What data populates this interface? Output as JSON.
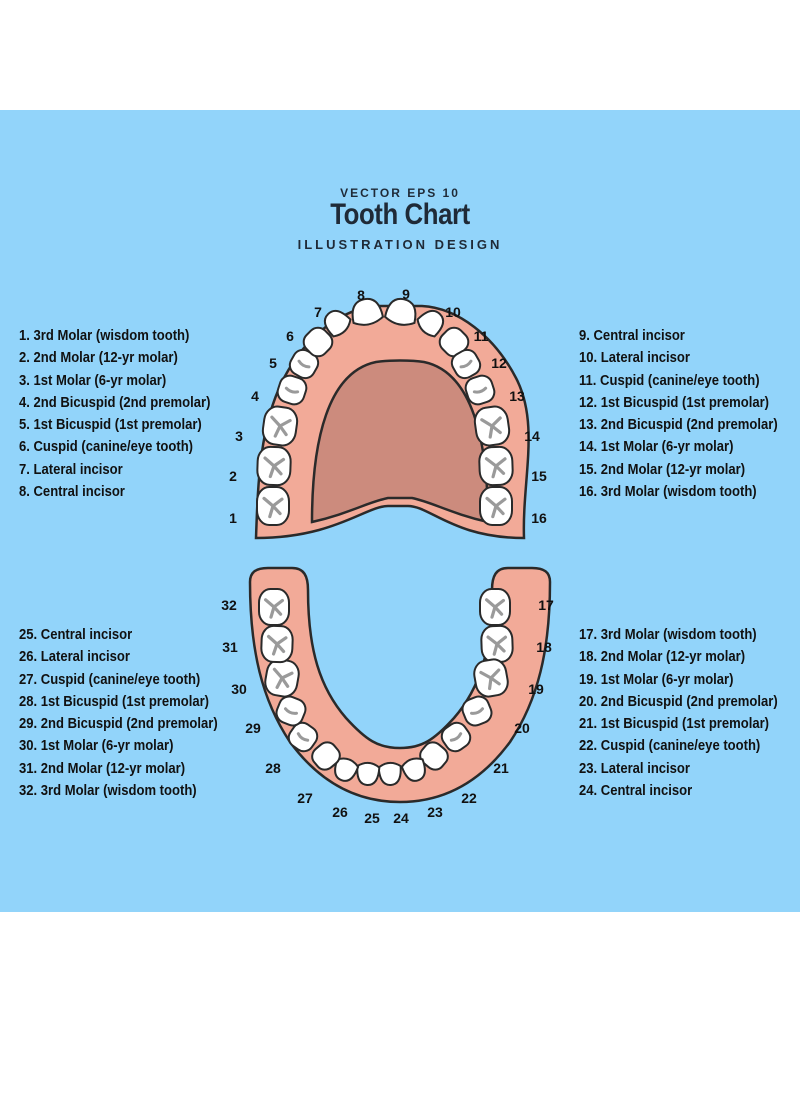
{
  "header": {
    "kicker": "VECTOR EPS 10",
    "title": "Tooth Chart",
    "subtitle": "ILLUSTRATION DESIGN"
  },
  "legend": {
    "upper_right_side": [
      "1. 3rd Molar (wisdom tooth)",
      "2. 2nd Molar (12-yr molar)",
      "3. 1st Molar (6-yr molar)",
      "4. 2nd Bicuspid (2nd premolar)",
      "5. 1st Bicuspid (1st premolar)",
      "6. Cuspid (canine/eye tooth)",
      "7. Lateral incisor",
      "8. Central incisor"
    ],
    "upper_left_side": [
      "9. Central incisor",
      "10. Lateral incisor",
      "11. Cuspid (canine/eye tooth)",
      "12. 1st Bicuspid (1st premolar)",
      "13. 2nd Bicuspid (2nd premolar)",
      "14. 1st Molar (6-yr molar)",
      "15. 2nd Molar (12-yr molar)",
      "16. 3rd Molar (wisdom tooth)"
    ],
    "lower_right_side": [
      "25. Central incisor",
      "26. Lateral incisor",
      "27. Cuspid (canine/eye tooth)",
      "28. 1st Bicuspid (1st premolar)",
      "29. 2nd Bicuspid (2nd premolar)",
      "30. 1st Molar (6-yr molar)",
      "31. 2nd Molar (12-yr molar)",
      "32. 3rd Molar (wisdom tooth)"
    ],
    "lower_left_side": [
      "17. 3rd Molar (wisdom tooth)",
      "18. 2nd Molar (12-yr molar)",
      "19. 1st Molar (6-yr molar)",
      "20. 2nd Bicuspid (2nd premolar)",
      "21. 1st Bicuspid (1st premolar)",
      "22. Cuspid (canine/eye tooth)",
      "23. Lateral incisor",
      "24. Central incisor"
    ]
  },
  "tooth_numbers": [
    "1",
    "2",
    "3",
    "4",
    "5",
    "6",
    "7",
    "8",
    "9",
    "10",
    "11",
    "12",
    "13",
    "14",
    "15",
    "16",
    "17",
    "18",
    "19",
    "20",
    "21",
    "22",
    "23",
    "24",
    "25",
    "26",
    "27",
    "28",
    "29",
    "30",
    "31",
    "32"
  ],
  "colors": {
    "background": "#92d4fa",
    "gum": "#f2aa98",
    "palate": "#cc8b7d",
    "tooth": "#ffffff",
    "groove": "#9a9a9a",
    "outline": "#2a2a2a"
  }
}
